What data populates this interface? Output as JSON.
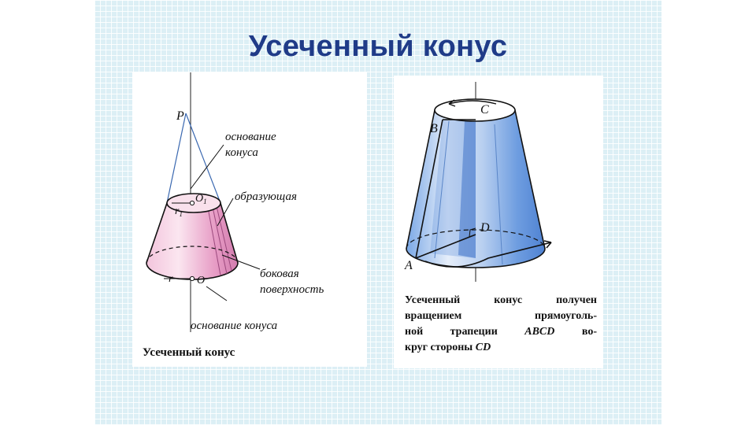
{
  "title": "Усеченный конус",
  "left_figure": {
    "labels": {
      "P": "P",
      "base_top_line1": "основание",
      "base_top_line2": "конуса",
      "generatrix": "образующая",
      "lateral_line1": "боковая",
      "lateral_line2": "поверхность",
      "base_bottom": "основание конуса",
      "r1": "r",
      "r1_sub": "1",
      "O1": "O",
      "O1_sub": "1",
      "r": "r",
      "O": "O"
    },
    "caption": "Усеченный конус",
    "colors": {
      "fill": "#e8a8cc",
      "fill_light": "#f7dcea"
    }
  },
  "right_figure": {
    "labels": {
      "A": "A",
      "B": "B",
      "C": "C",
      "D": "D"
    },
    "caption": {
      "line1_a": "Усеченный",
      "line1_b": "конус",
      "line1_c": "получен",
      "line2_a": "вращением",
      "line2_b": "прямоуголь-",
      "line3_a": "ной",
      "line3_b": "трапеции",
      "line3_c": "ABCD",
      "line3_d": "во-",
      "line4_a": "круг",
      "line4_b": "стороны",
      "line4_c": "CD"
    },
    "colors": {
      "fill": "#6f9fe0",
      "fill_light": "#dbe8f8"
    }
  }
}
